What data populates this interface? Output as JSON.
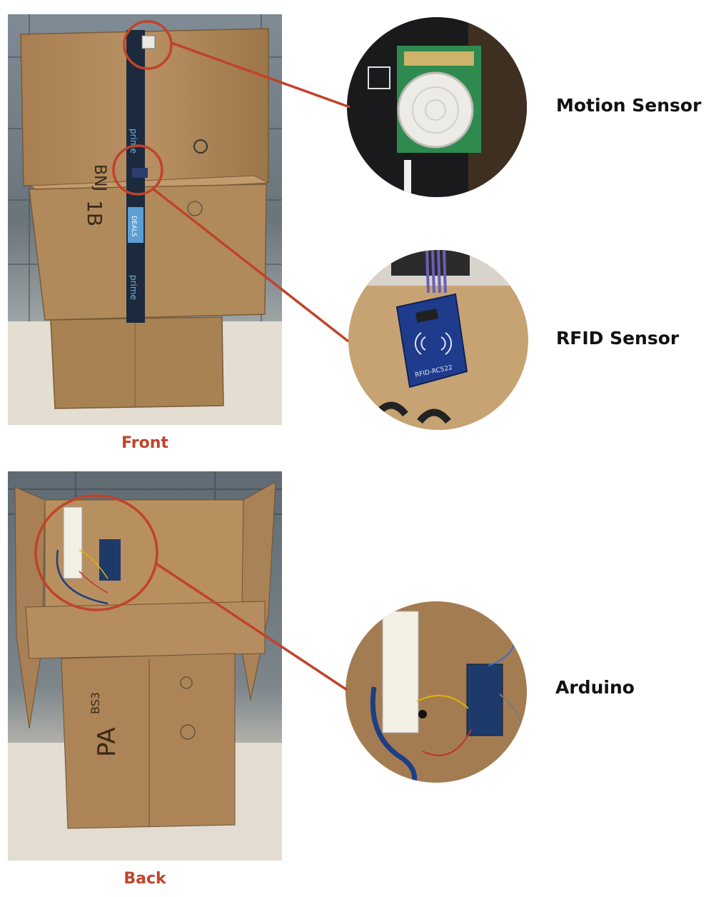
{
  "captions": {
    "front": "Front",
    "back": "Back"
  },
  "labels": {
    "motion": "Motion Sensor",
    "rfid": "RFID Sensor",
    "arduino": "Arduino"
  },
  "photo_text": {
    "front_box_code": "BNJ",
    "front_box_code2": "1B",
    "back_box_code": "BS3",
    "back_box_code2": "PA",
    "rfid_module": "RFID-RC522",
    "tape_brand": "prime",
    "tape_deals": "DEALS"
  },
  "colors": {
    "accent": "#c0432a",
    "cardboard": "#b18a5c",
    "tape": "#1c2a3d",
    "rfid_board": "#1f3b8c"
  }
}
